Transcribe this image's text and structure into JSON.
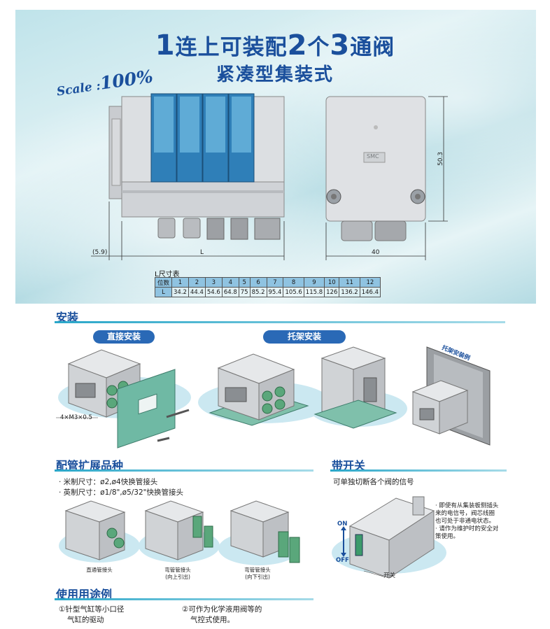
{
  "title": {
    "num1": "1",
    "part1": "连上可装配",
    "num2": "2",
    "part2": "个",
    "num3": "3",
    "part3": "通阀",
    "line2": "紧凑型集装式"
  },
  "scale": {
    "label": "Scale :",
    "value": "100%"
  },
  "dims": {
    "height": "50.3",
    "left_offset": "(5.9)",
    "length": "L",
    "width": "40"
  },
  "brand_label": "SMC",
  "size_table": {
    "caption": "L尺寸表",
    "row_header_1": "位数",
    "row_header_2": "L",
    "stations": [
      "1",
      "2",
      "3",
      "4",
      "5",
      "6",
      "7",
      "8",
      "9",
      "10",
      "11",
      "12"
    ],
    "lengths": [
      "34.2",
      "44.4",
      "54.6",
      "64.8",
      "75",
      "85.2",
      "95.4",
      "105.6",
      "115.8",
      "126",
      "136.2",
      "146.4"
    ]
  },
  "install": {
    "heading": "安装",
    "direct": "直接安装",
    "bracket": "托架安装",
    "bracket_example": "托架安装例",
    "screw_label": "4×M3×0.5"
  },
  "piping": {
    "heading": "配管扩展品种",
    "line1": "· 米制尺寸：ø2,ø4快换管接头",
    "line2": "· 英制尺寸：ø1/8\",ø5/32\"快换管接头",
    "cap1": "直通管接头",
    "cap2a": "弯管管接头",
    "cap2b": "(向上引出)",
    "cap3a": "弯管管接头",
    "cap3b": "(向下引出)"
  },
  "switch": {
    "heading": "带开关",
    "desc": "可单独切断各个阀的信号",
    "note1": "· 即使有从集装板侧插头",
    "note2": "来的电信号，阀芯线圈",
    "note3": "也可处于非通电状态。",
    "note4": "· 请作为维护时的安全对",
    "note5": "策使用。",
    "on": "ON",
    "off": "OFF",
    "switch_label": "开关"
  },
  "usage": {
    "heading": "使用用途例",
    "item1a": "①针型气缸等小口径",
    "item1b": "气缸的驱动",
    "item2a": "②可作为化学液用阀等的",
    "item2b": "气控式使用。"
  },
  "colors": {
    "brand_blue": "#1a4f9c",
    "accent_cyan": "#2aa7c9",
    "pill_blue": "#2a69b6",
    "table_blue": "#8fc3e1"
  }
}
